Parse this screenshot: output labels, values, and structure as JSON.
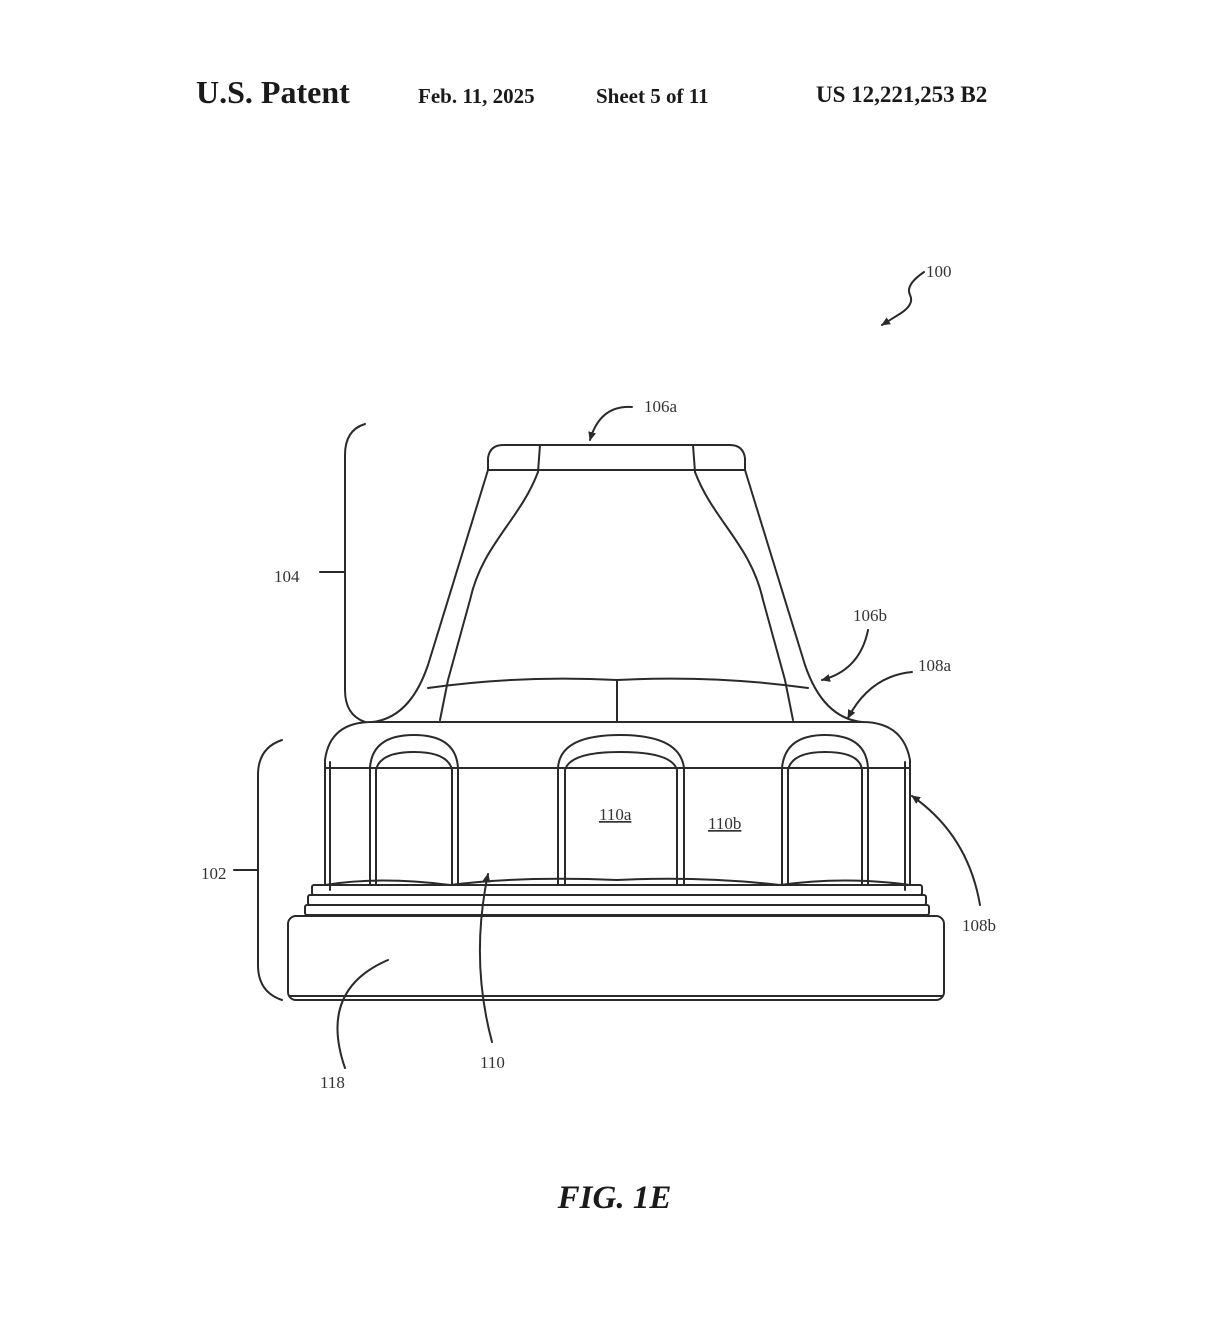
{
  "header": {
    "patent_label": "U.S. Patent",
    "date": "Feb. 11, 2025",
    "sheet": "Sheet 5 of 11",
    "patent_number": "US 12,221,253 B2"
  },
  "figure": {
    "caption": "FIG. 1E",
    "reference_numerals": {
      "r100": "100",
      "r106a": "106a",
      "r104": "104",
      "r106b": "106b",
      "r108a": "108a",
      "r110a": "110a",
      "r110b": "110b",
      "r102": "102",
      "r108b": "108b",
      "r110": "110",
      "r118": "118"
    }
  },
  "colors": {
    "line": "#2a2a2a",
    "page_background": "#ffffff"
  }
}
